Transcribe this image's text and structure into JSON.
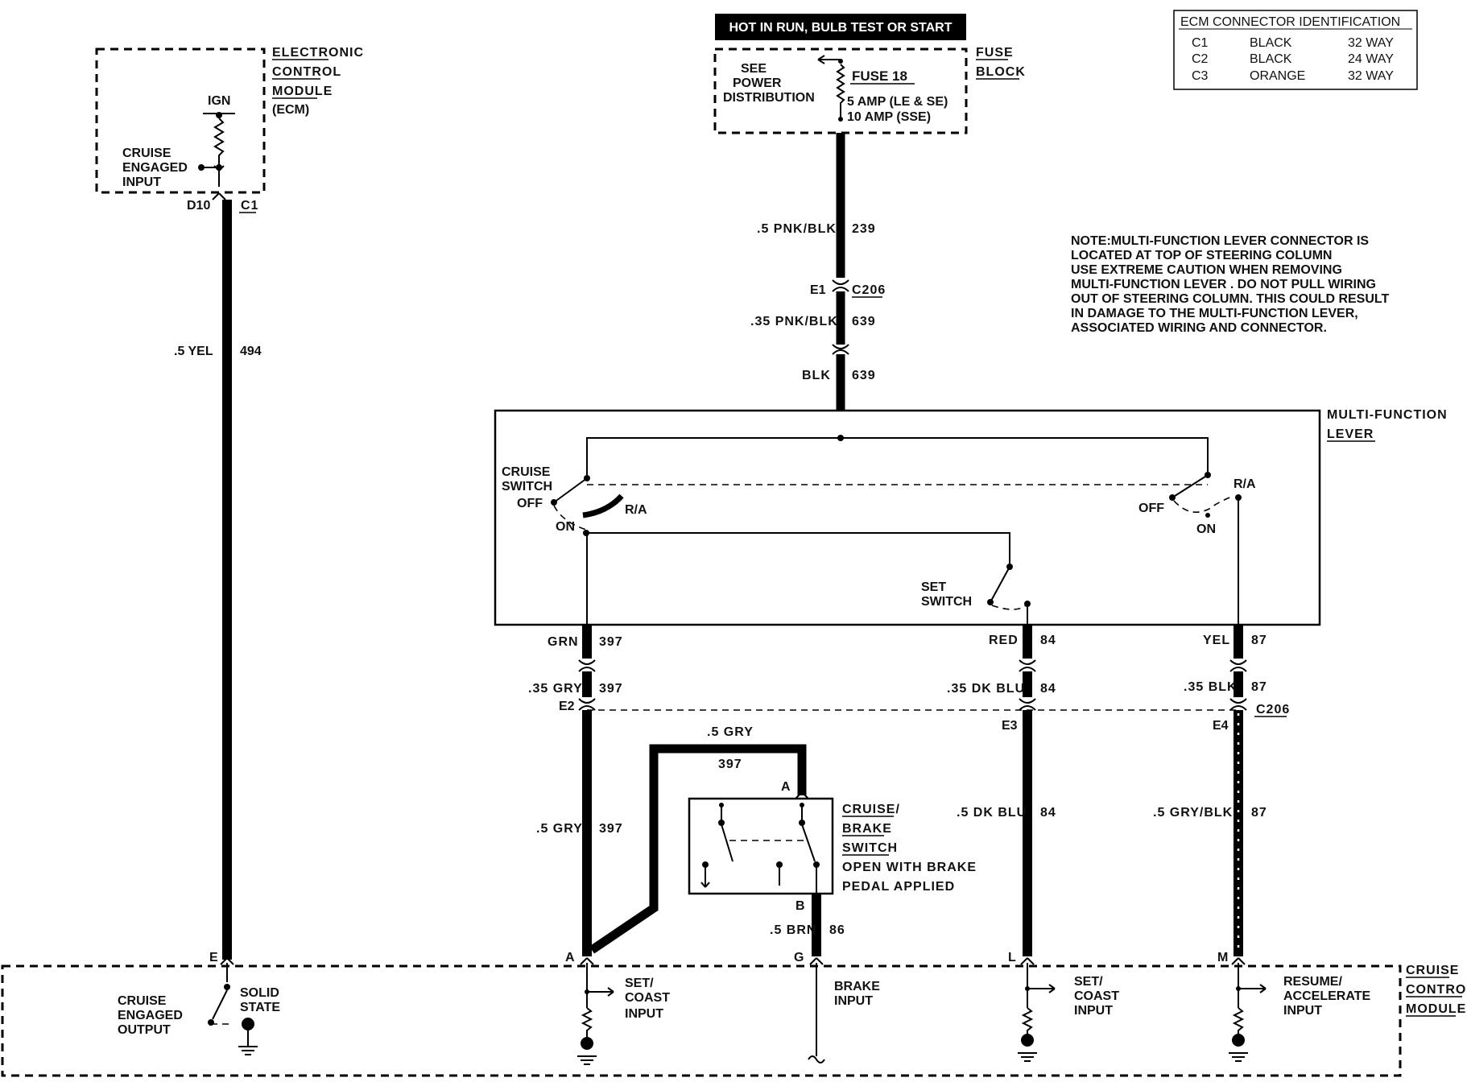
{
  "ecm": {
    "title_lines": [
      "ELECTRONIC",
      "CONTROL",
      "MODULE",
      "(ECM)"
    ],
    "ign": "IGN",
    "input_lines": [
      "CRUISE",
      "ENGAGED",
      "INPUT"
    ],
    "pin": "D10",
    "connector": "C1"
  },
  "fuse_block": {
    "header": "HOT IN RUN, BULB TEST OR START",
    "see_lines": [
      "SEE",
      "POWER",
      "DISTRIBUTION"
    ],
    "fuse_name": "FUSE 18",
    "rating_1": "5 AMP  (LE & SE)",
    "rating_2": "10 AMP (SSE)",
    "label_lines": [
      "FUSE",
      "BLOCK"
    ]
  },
  "ecm_id_table": {
    "title": "ECM CONNECTOR IDENTIFICATION",
    "rows": [
      {
        "conn": "C1",
        "color": "BLACK",
        "ways": "32 WAY"
      },
      {
        "conn": "C2",
        "color": "BLACK",
        "ways": "24 WAY"
      },
      {
        "conn": "C3",
        "color": "ORANGE",
        "ways": "32 WAY"
      }
    ]
  },
  "note": {
    "lines": [
      "NOTE:MULTI-FUNCTION LEVER CONNECTOR IS",
      "LOCATED AT TOP OF STEERING COLUMN",
      "USE EXTREME CAUTION WHEN REMOVING",
      "MULTI-FUNCTION LEVER . DO NOT PULL WIRING",
      "OUT OF STEERING COLUMN.  THIS COULD RESULT",
      "IN DAMAGE TO THE MULTI-FUNCTION LEVER,",
      "ASSOCIATED WIRING AND CONNECTOR."
    ]
  },
  "feed_wire": {
    "w1_color": ".5 PNK/BLK",
    "w1_circuit": "239",
    "pin": "E1",
    "connector": "C206",
    "w2_color": ".35 PNK/BLK",
    "w2_circuit": "639",
    "w3_color": "BLK",
    "w3_circuit": "639"
  },
  "multifunction_lever": {
    "label_lines": [
      "MULTI-FUNCTION",
      "LEVER"
    ],
    "cruise_switch_lines": [
      "CRUISE",
      "SWITCH"
    ],
    "off": "OFF",
    "on": "ON",
    "ra": "R/A",
    "set_switch_lines": [
      "SET",
      "SWITCH"
    ]
  },
  "ecm_wire": {
    "color": ".5 YEL",
    "circuit": "494"
  },
  "wires": {
    "grn": "GRN",
    "grn_circuit": "397",
    "gry35": ".35 GRY",
    "gry35_circuit": "397",
    "e2": "E2",
    "gry5": ".5 GRY",
    "gry5_circuit": "397",
    "gry_jumper": ".5 GRY",
    "gry_jumper_circuit": "397",
    "red": "RED",
    "red_circuit": "84",
    "dkblu35": ".35 DK BLU",
    "dkblu35_circuit": "84",
    "e3": "E3",
    "dkblu5": ".5 DK BLU",
    "dkblu5_circuit": "84",
    "yel": "YEL",
    "yel_circuit": "87",
    "blk35": ".35 BLK",
    "blk35_circuit": "87",
    "e4": "E4",
    "c206": "C206",
    "grayblk": ".5 GRY/BLK",
    "grayblk_circuit": "87",
    "brn": ".5 BRN",
    "brn_circuit": "86"
  },
  "brake_switch": {
    "label_lines": [
      "CRUISE/",
      "BRAKE",
      "SWITCH"
    ],
    "note_lines": [
      "OPEN WITH BRAKE",
      "PEDAL APPLIED"
    ],
    "pin_a": "A",
    "pin_b": "B"
  },
  "cruise_module": {
    "label_lines": [
      "CRUISE",
      "CONTROL",
      "MODULE"
    ],
    "pins": {
      "e": "E",
      "a": "A",
      "g": "G",
      "l": "L",
      "m": "M"
    },
    "output_lines": [
      "CRUISE",
      "ENGAGED",
      "OUTPUT"
    ],
    "solid_state_lines": [
      "SOLID",
      "STATE"
    ],
    "set_coast_lines": [
      "SET/",
      "COAST",
      "INPUT"
    ],
    "brake_lines": [
      "BRAKE",
      "INPUT"
    ],
    "set_coast2_lines": [
      "SET/",
      "COAST",
      "INPUT"
    ],
    "resume_lines": [
      "RESUME/",
      "ACCELERATE",
      "INPUT"
    ]
  }
}
